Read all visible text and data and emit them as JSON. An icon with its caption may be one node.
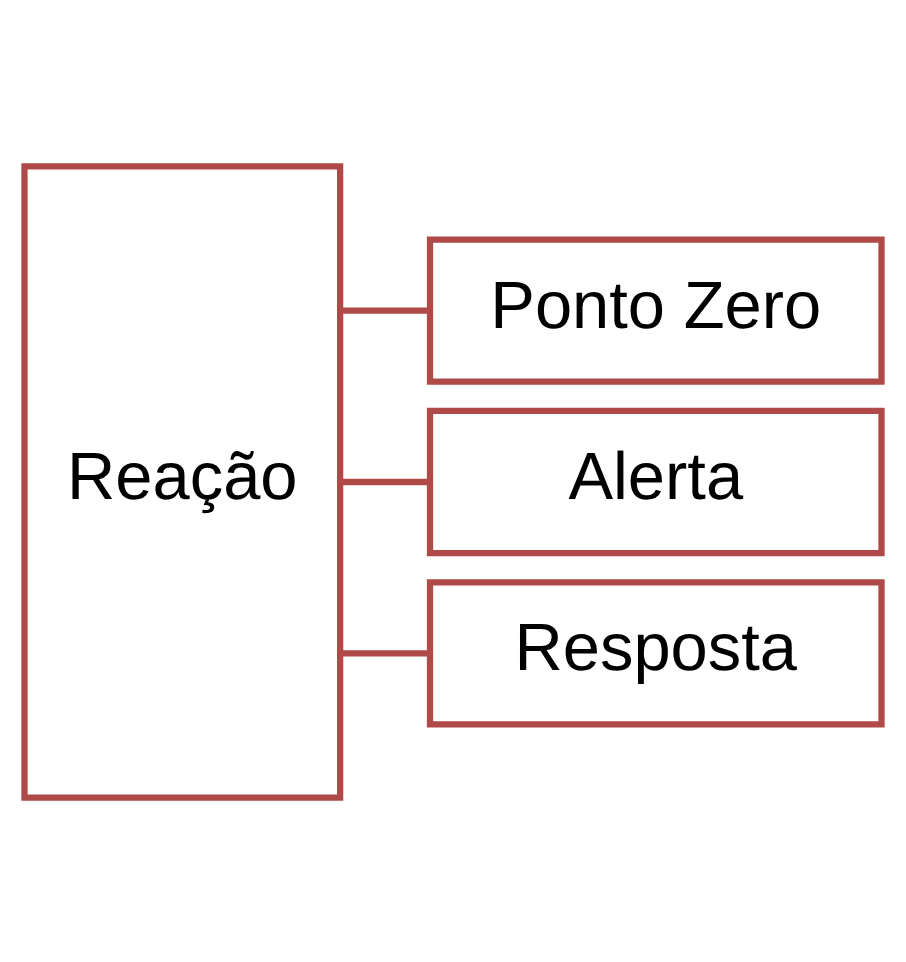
{
  "diagram": {
    "nodes": [
      {
        "text": [
          "Reação"
        ]
      },
      {
        "text": [
          "Ponto Zero"
        ]
      },
      {
        "text": [
          "Alerta"
        ]
      },
      {
        "text": [
          "Resposta"
        ]
      }
    ],
    "edges": [
      {
        "from": 0,
        "to": 1,
        "arrow": "none"
      },
      {
        "from": 0,
        "to": 2,
        "arrow": "none"
      },
      {
        "from": 0,
        "to": 3,
        "arrow": "none"
      }
    ]
  }
}
